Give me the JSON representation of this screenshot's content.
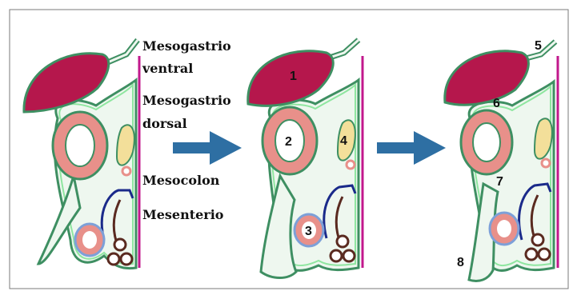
{
  "labels": {
    "mesogastrio_ventral_1": "Mesogastrio",
    "mesogastrio_ventral_2": "ventral",
    "mesogastrio_dorsal_1": "Mesogastrio",
    "mesogastrio_dorsal_2": "dorsal",
    "mesocolon": "Mesocolon",
    "mesenterio": "Mesenterio"
  },
  "numbers": {
    "n1": "1",
    "n2": "2",
    "n3": "3",
    "n4": "4",
    "n5": "5",
    "n6": "6",
    "n7": "7",
    "n8": "8"
  },
  "colors": {
    "liver": "#b5174c",
    "peritoneum_outline": "#3e8f62",
    "mesentery_fill": "#eef7ef",
    "mesentery_stroke": "#8fe6a0",
    "stomach_ring": "#e8908a",
    "pancreas": "#f3df9a",
    "colon_outline": "#1a2a8a",
    "small_bowel": "#5a2a20",
    "wall": "#c2188c",
    "arrow": "#2e6fa3"
  },
  "icons": [
    "arrow-right-icon",
    "arrow-right-icon"
  ]
}
